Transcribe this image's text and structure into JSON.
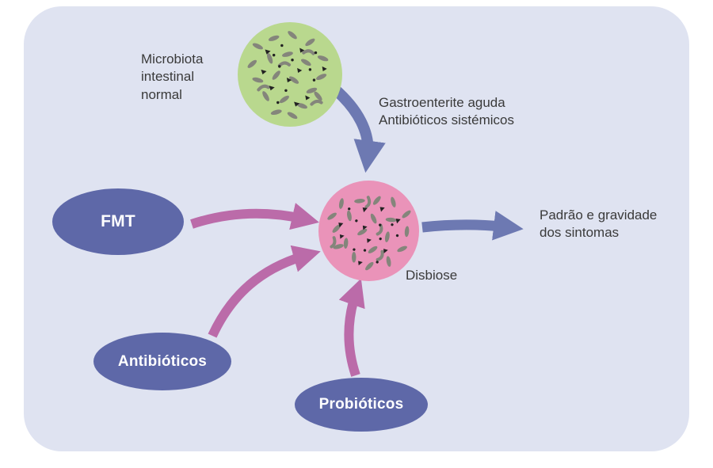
{
  "diagram": {
    "nodes": {
      "normal_microbiota": "Microbiota intestinal normal",
      "dysbiosis": "Disbiose",
      "fmt": "FMT",
      "antibiotics": "Antibióticos",
      "probiotics": "Probióticos"
    },
    "annotations": {
      "cause": "Gastroenterite aguda\nAntibióticos sistémicos",
      "outcome": "Padrão e gravidade\ndos sintomas"
    },
    "colors": {
      "card_background": "#dfe3f1",
      "normal_circle": "#b9d88e",
      "dysbiosis_circle": "#ea93b9",
      "pill": "#5e68a8",
      "arrow_pink": "#bb6ba9",
      "arrow_blue": "#6d79b2",
      "text": "#3a3a3a"
    }
  }
}
